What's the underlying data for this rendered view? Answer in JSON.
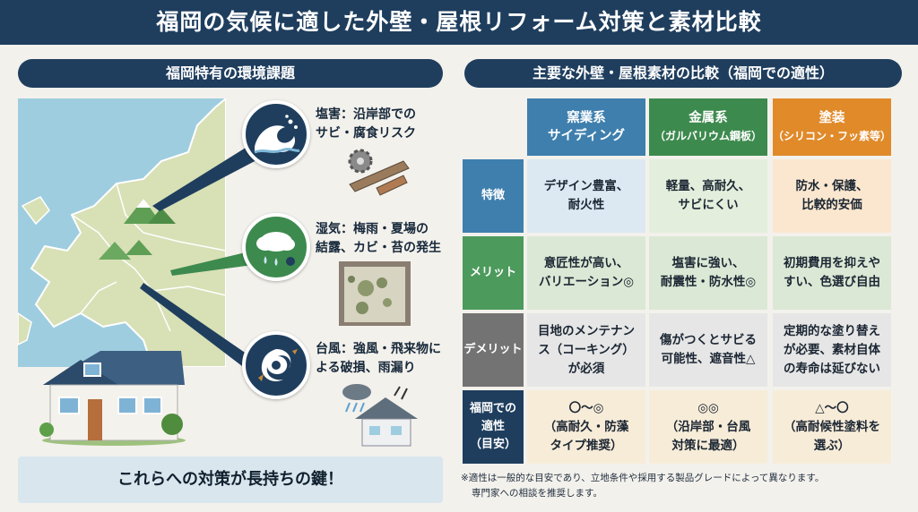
{
  "title": "福岡の気候に適した外壁・屋根リフォーム対策と素材比較",
  "left": {
    "header": "福岡特有の環境課題",
    "issues": [
      {
        "line1": "塩害：沿岸部での",
        "line2": "サビ・腐食リスク",
        "icon": "wave-icon"
      },
      {
        "line1": "湿気：梅雨・夏場の",
        "line2": "結露、カビ・苔の発生",
        "icon": "rain-cloud-icon"
      },
      {
        "line1": "台風：強風・飛来物に",
        "line2": "よる破損、雨漏り",
        "icon": "typhoon-icon"
      }
    ],
    "key_message": "これらへの対策が長持ちの鍵！"
  },
  "right": {
    "header": "主要な外壁・屋根素材の比較（福岡での適性）",
    "columns": [
      {
        "line1": "窯業系",
        "line2": "サイディング",
        "color": "#3e7fae"
      },
      {
        "line1": "金属系",
        "line2": "（ガルバリウム鋼板）",
        "color": "#3d8a4e"
      },
      {
        "line1": "塗装",
        "line2": "（シリコン・フッ素等）",
        "color": "#e08a2a"
      }
    ],
    "rows": [
      {
        "label1": "特徴",
        "label2": "",
        "color": "#3e7fae",
        "cells": [
          [
            "デザイン豊富、",
            "耐火性"
          ],
          [
            "軽量、高耐久、",
            "サビにくい"
          ],
          [
            "防水・保護、",
            "比較的安価"
          ]
        ]
      },
      {
        "label1": "メリット",
        "label2": "",
        "color": "#4c9a5c",
        "cells": [
          [
            "意匠性が高い、",
            "バリエーション◎"
          ],
          [
            "塩害に強い、",
            "耐震性・防水性◎"
          ],
          [
            "初期費用を抑えや",
            "すい、色選び自由"
          ]
        ]
      },
      {
        "label1": "デメリット",
        "label2": "",
        "color": "#737373",
        "cells": [
          [
            "目地のメンテナン",
            "ス（コーキング）",
            "が必須"
          ],
          [
            "傷がつくとサビる",
            "可能性、遮音性△"
          ],
          [
            "定期的な塗り替え",
            "が必要、素材自体",
            "の寿命は延びない"
          ]
        ]
      },
      {
        "label1": "福岡での",
        "label2": "適性",
        "label3": "（目安）",
        "color": "#1f3e5e",
        "cells": [
          [
            "〇〜◎",
            "（高耐久・防藻",
            "タイプ推奨）"
          ],
          [
            "◎◎",
            "（沿岸部・台風",
            "対策に最適）"
          ],
          [
            "△〜〇",
            "（高耐候性塗料を",
            "選ぶ）"
          ]
        ]
      }
    ],
    "note1": "※適性は一般的な目安であり、立地条件や採用する製品グレードによって異なります。",
    "note2": "専門家への相談を推奨します。"
  }
}
